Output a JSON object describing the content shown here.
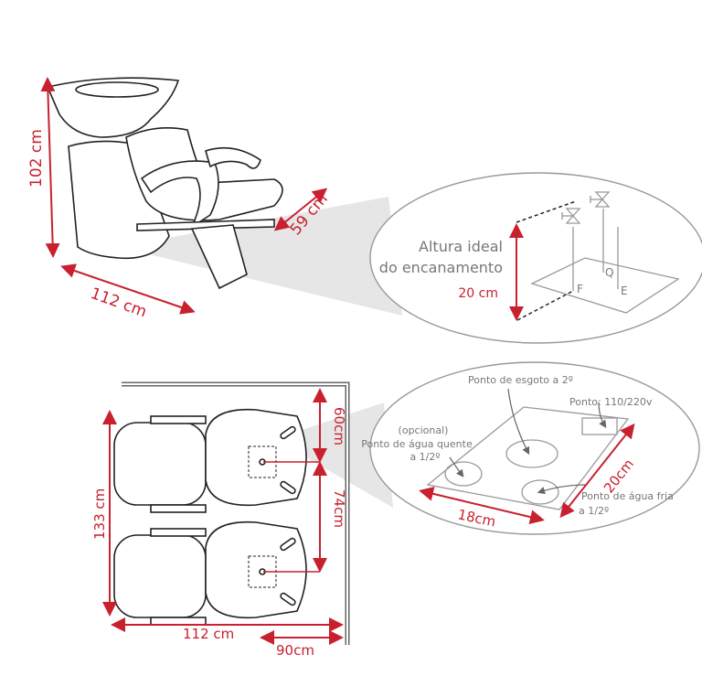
{
  "chair_view": {
    "height_label": "102 cm",
    "length_label": "112 cm",
    "depth_label": "59 cm"
  },
  "plumbing_detail": {
    "title_line1": "Altura ideal",
    "title_line2": "do encanamento",
    "height_label": "20 cm",
    "point_f": "F",
    "point_q": "Q",
    "point_e": "E"
  },
  "floor_plan": {
    "top_depth_label": "60cm",
    "middle_label": "74cm",
    "total_height_label": "133 cm",
    "width_label": "112 cm",
    "offset_label": "90cm"
  },
  "points_detail": {
    "sewage": "Ponto de esgoto a 2º",
    "electric": "Ponto: 110/220v",
    "hot_optional": "(opcional)",
    "hot_line1": "Ponto de água quente",
    "hot_line2": "a 1/2º",
    "cold_line1": "Ponto de água fria",
    "cold_line2": "a 1/2º",
    "width_label": "18cm",
    "depth_label": "20cm"
  },
  "colors": {
    "accent": "#c8202f",
    "outline": "#222222",
    "detail": "#999999"
  }
}
